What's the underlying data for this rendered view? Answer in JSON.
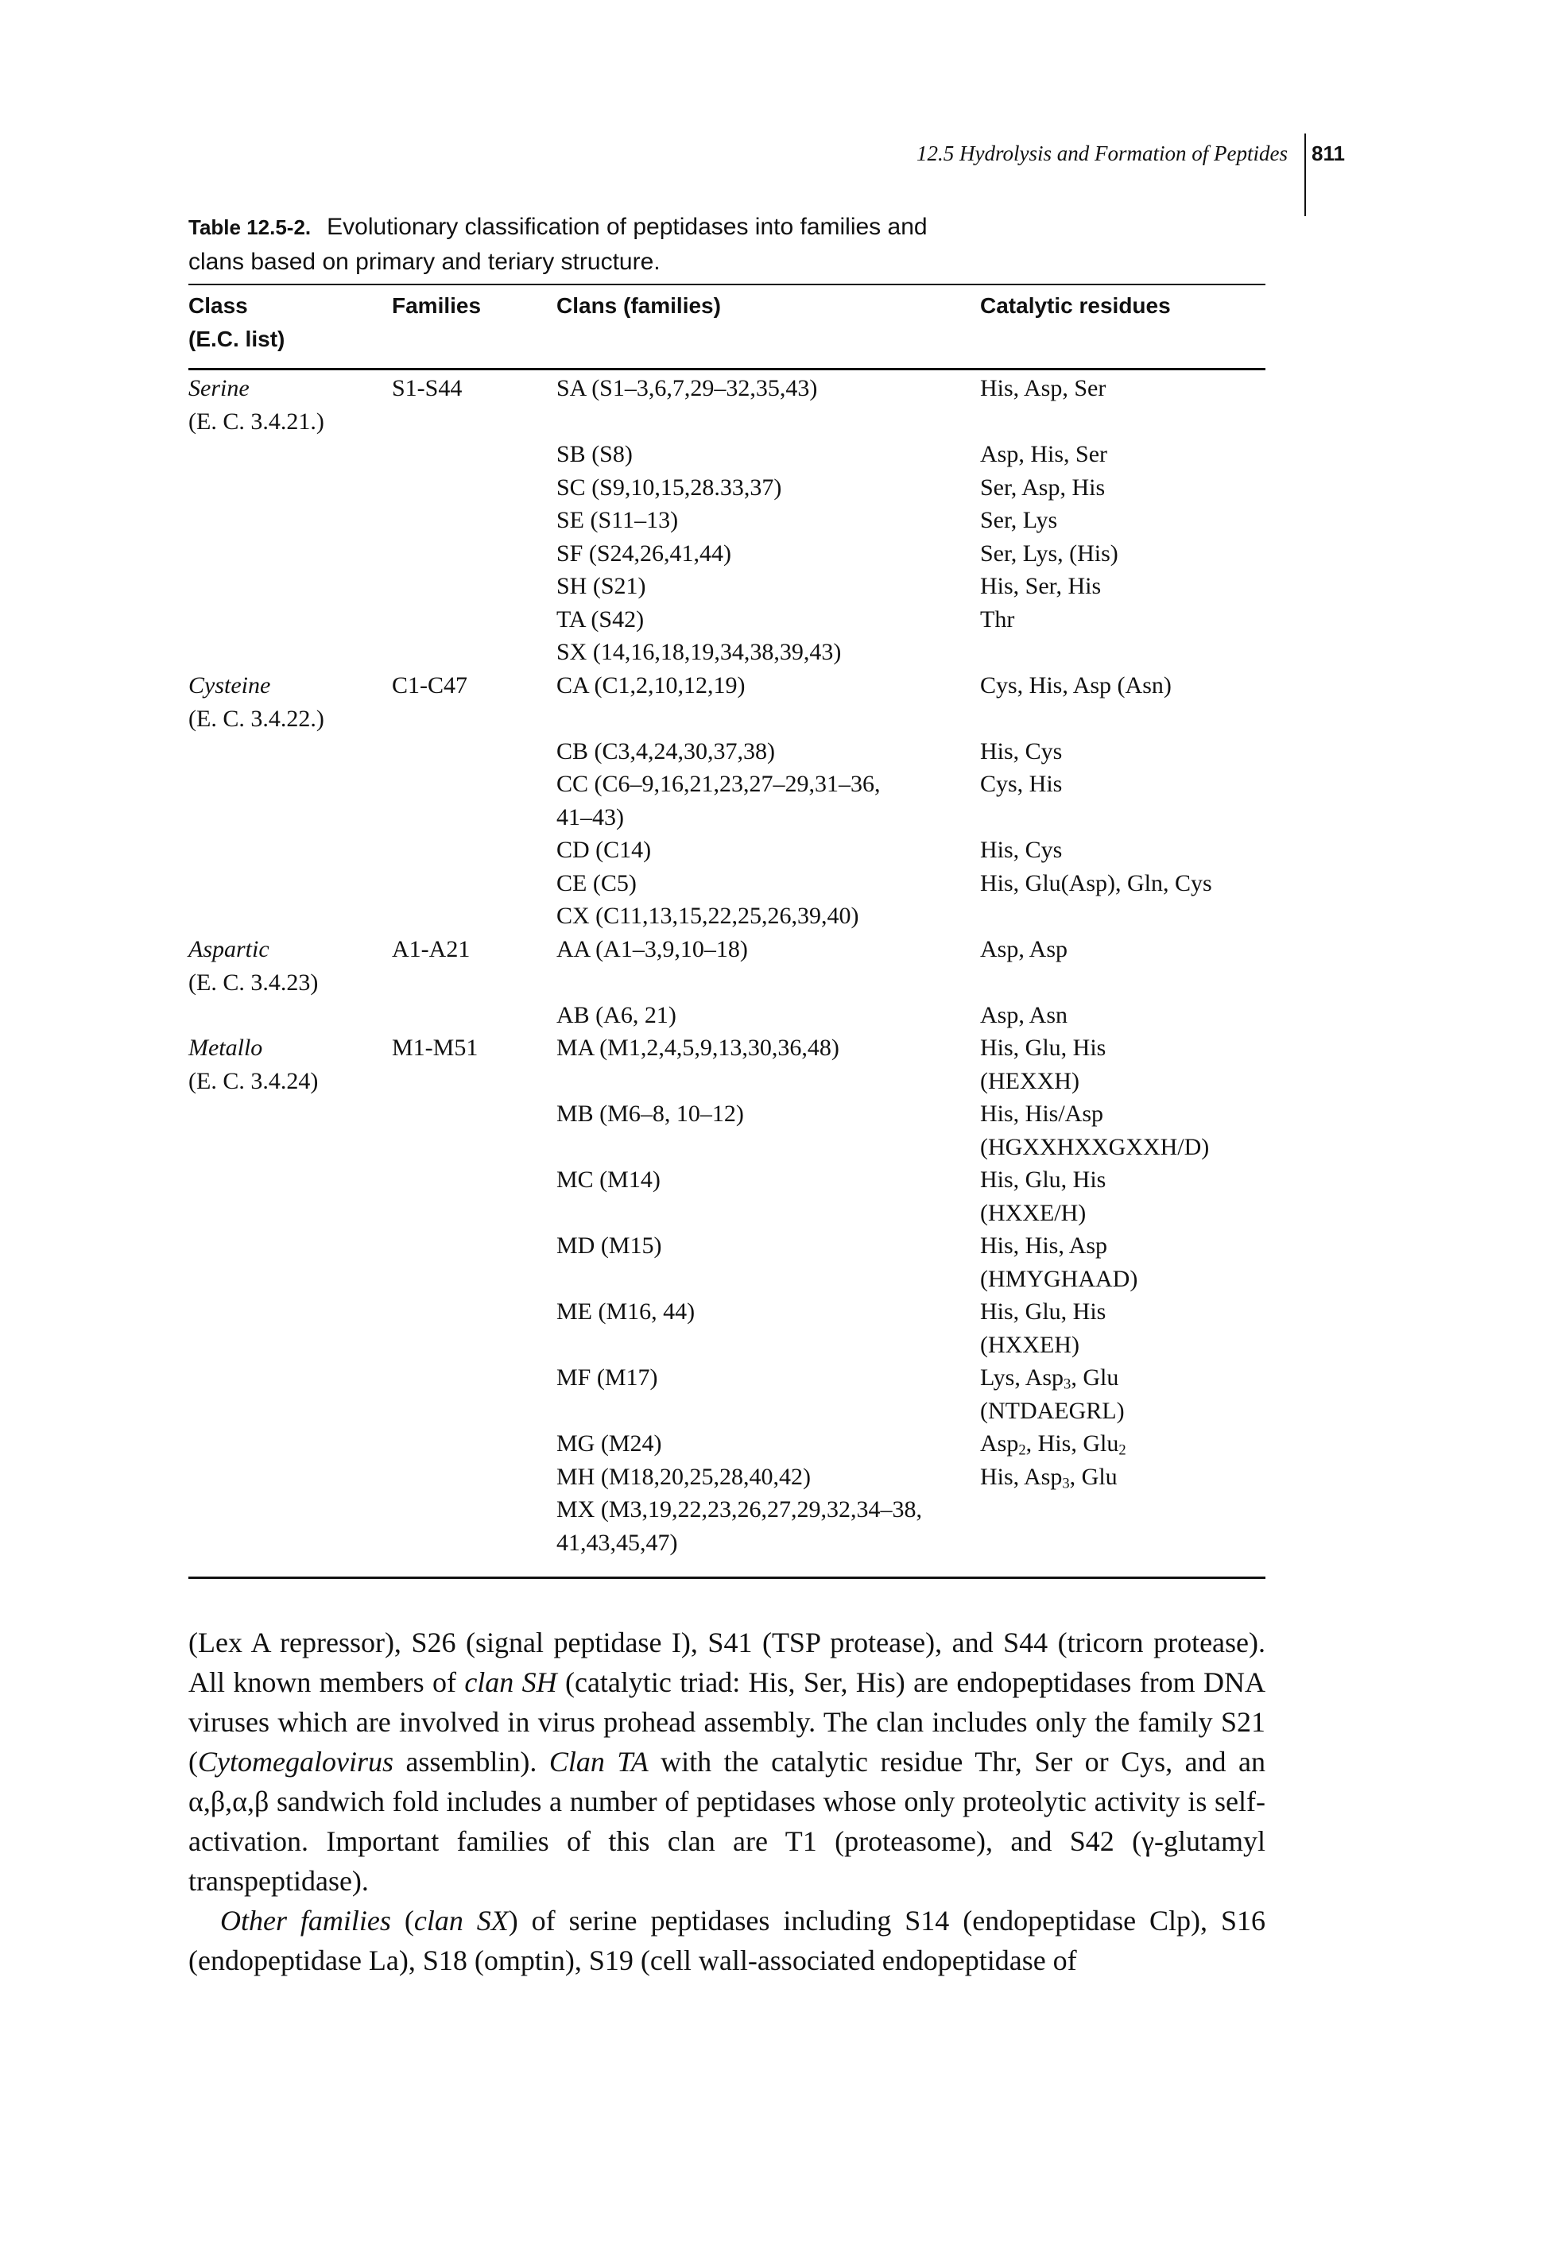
{
  "header": {
    "running_head": "12.5 Hydrolysis and Formation of Peptides",
    "page_number": "811"
  },
  "table": {
    "label": "Table 12.5-2.",
    "caption_line1": "Evolutionary classification of peptidases into families and",
    "caption_line2": "clans based on primary and teriary structure.",
    "headers": {
      "class_line1": "Class",
      "class_line2": "(E.C. list)",
      "families": "Families",
      "clans": "Clans (families)",
      "residues": "Catalytic residues"
    },
    "rows": [
      {
        "top": 0,
        "cls": "Serine",
        "ec": "(E. C. 3.4.21.)",
        "fam": "S1-S44",
        "clan": "SA (S1–3,6,7,29–32,35,43)",
        "res": "His, Asp, Ser"
      },
      {
        "top": 1,
        "clan": "SB (S8)",
        "res": "Asp, His, Ser"
      },
      {
        "top": 1,
        "clan": "SC (S9,10,15,28.33,37)",
        "res": "Ser, Asp, His"
      },
      {
        "top": 1,
        "clan": "SE (S11–13)",
        "res": "Ser, Lys"
      },
      {
        "top": 1,
        "clan": "SF (S24,26,41,44)",
        "res": "Ser, Lys, (His)"
      },
      {
        "top": 1,
        "clan": "SH (S21)",
        "res": "His, Ser, His"
      },
      {
        "top": 1,
        "clan": "TA (S42)",
        "res": "Thr"
      },
      {
        "top": 1,
        "clan": "SX (14,16,18,19,34,38,39,43)",
        "res": ""
      },
      {
        "top": 0,
        "cls": "Cysteine",
        "ec": "(E. C. 3.4.22.)",
        "fam": "C1-C47",
        "clan": "CA (C1,2,10,12,19)",
        "res": "Cys, His, Asp (Asn)"
      },
      {
        "top": 1,
        "clan": "CB (C3,4,24,30,37,38)",
        "res": "His, Cys"
      },
      {
        "top": 1,
        "clan": "CC (C6–9,16,21,23,27–29,31–36,",
        "clan2": "41–43)",
        "res": "Cys, His"
      },
      {
        "top": 1,
        "clan": "CD (C14)",
        "res": "His, Cys"
      },
      {
        "top": 1,
        "clan": "CE (C5)",
        "res": "His, Glu(Asp), Gln, Cys"
      },
      {
        "top": 1,
        "clan": "CX (C11,13,15,22,25,26,39,40)",
        "res": ""
      },
      {
        "top": 0,
        "cls": "Aspartic",
        "ec": "(E. C. 3.4.23)",
        "fam": "A1-A21",
        "clan": "AA (A1–3,9,10–18)",
        "res": "Asp, Asp"
      },
      {
        "top": 1,
        "clan": "AB (A6, 21)",
        "res": "Asp, Asn"
      },
      {
        "top": 0,
        "cls": "Metallo",
        "ec": "(E. C. 3.4.24)",
        "fam": "M1-M51",
        "clan": "MA (M1,2,4,5,9,13,30,36,48)",
        "res": "His, Glu, His",
        "res2": "(HEXXH)"
      },
      {
        "top": 1,
        "clan": "MB (M6–8, 10–12)",
        "res": "His, His/Asp",
        "res2": "(HGXXHXXGXXH/D)"
      },
      {
        "top": 1,
        "clan": "MC (M14)",
        "res": "His, Glu, His",
        "res2": "(HXXE/H)"
      },
      {
        "top": 1,
        "clan": "MD (M15)",
        "res": "His, His, Asp",
        "res2": "(HMYGHAAD)"
      },
      {
        "top": 1,
        "clan": "ME (M16, 44)",
        "res": "His, Glu, His",
        "res2": "(HXXEH)"
      },
      {
        "top": 1,
        "clan": "MF (M17)",
        "res": "Lys, Asp3, Glu",
        "res2": "(NTDAEGRL)"
      },
      {
        "top": 1,
        "clan": "MG (M24)",
        "res": "Asp2, His, Glu2"
      },
      {
        "top": 1,
        "clan": "MH (M18,20,25,28,40,42)",
        "res": "His, Asp3, Glu"
      },
      {
        "top": 1,
        "clan": "MX (M3,19,22,23,26,27,29,32,34–38,",
        "clan2": "41,43,45,47)",
        "res": ""
      }
    ]
  },
  "body": {
    "p1": [
      "(Lex A repressor), S26 (signal peptidase I), S41 (TSP protease), and S44 (tricorn protease). All known members of ",
      "clan SH",
      " (catalytic triad: His, Ser, His) are endopeptidases from DNA viruses which are involved in virus prohead assembly. The clan includes only the family S21 (",
      "Cytomegalovirus",
      " assemblin). ",
      "Clan TA",
      " with the catalytic residue Thr, Ser or Cys, and an α,β,α,β sandwich fold includes a number of peptidases whose only proteolytic activity is self-activation. Important families of this clan are T1 (proteasome), and S42 (γ-glutamyl transpeptidase)."
    ],
    "p2": [
      "Other families",
      " (",
      "clan SX",
      ") of serine peptidases including S14 (endopeptidase Clp), S16 (endopeptidase La), S18 (omptin), S19 (cell wall-associated endopeptidase of"
    ]
  }
}
